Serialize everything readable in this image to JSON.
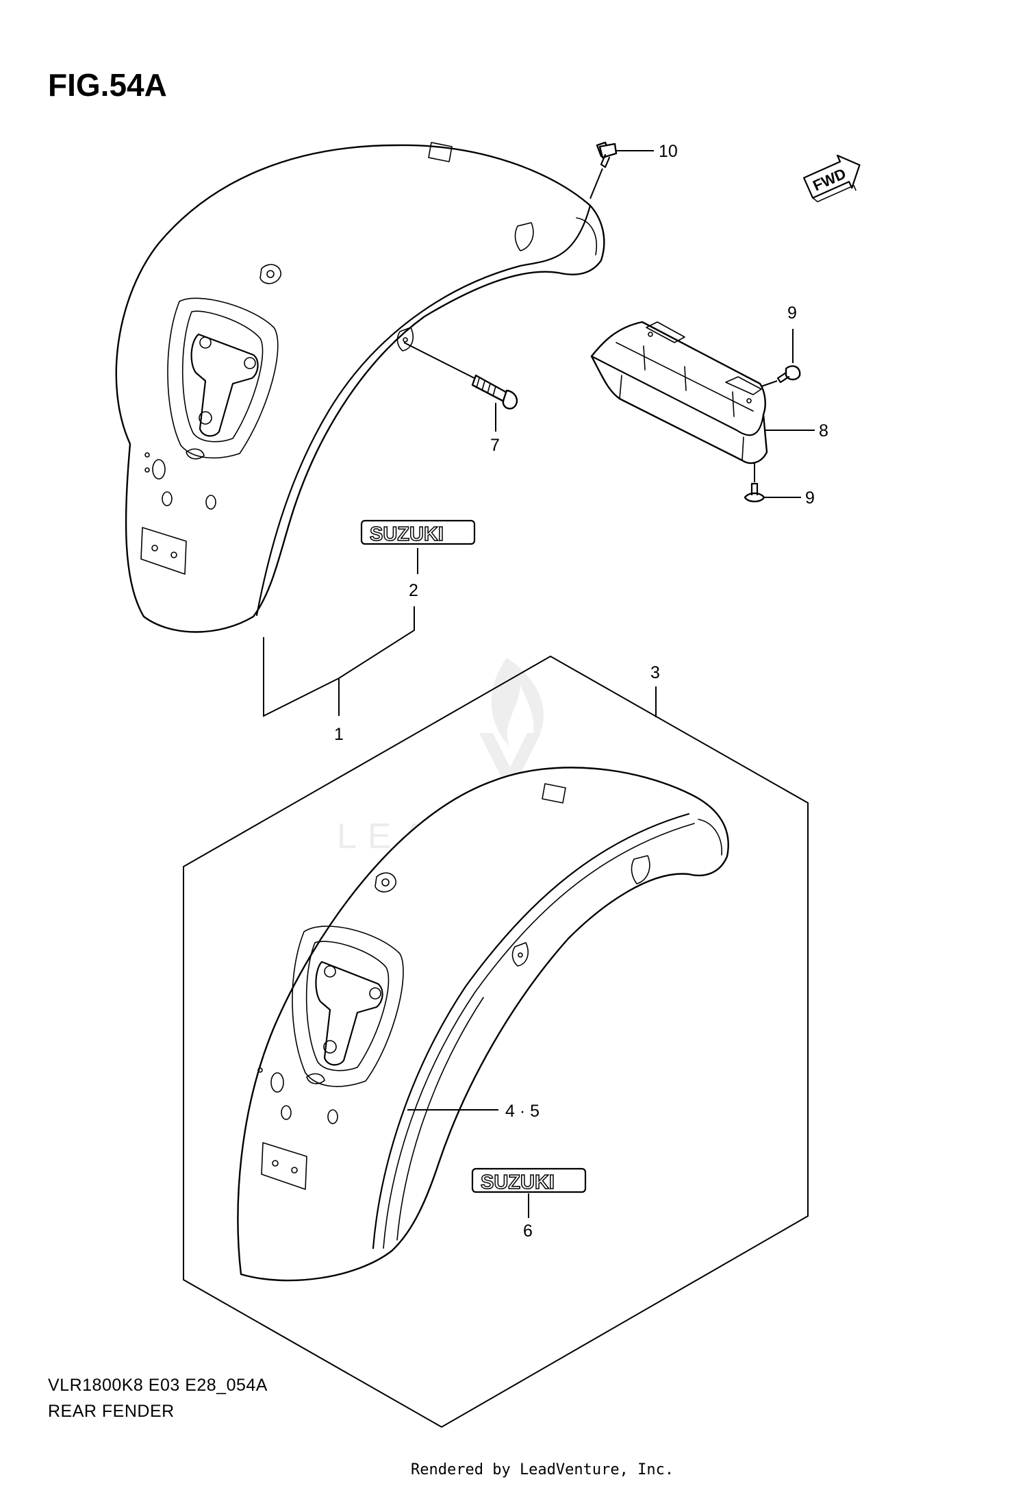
{
  "figure": {
    "number": "FIG.54A",
    "code": "VLR1800K8 E03 E28_054A",
    "name": "REAR FENDER"
  },
  "direction_badge": {
    "label": "FWD"
  },
  "watermark": {
    "text": "LEADVENTURE"
  },
  "rendered_by": "Rendered by LeadVenture, Inc.",
  "callouts": [
    {
      "id": "1",
      "label": "1"
    },
    {
      "id": "2",
      "label": "2"
    },
    {
      "id": "3",
      "label": "3"
    },
    {
      "id": "4-5",
      "label": "4 · 5"
    },
    {
      "id": "6",
      "label": "6"
    },
    {
      "id": "7",
      "label": "7"
    },
    {
      "id": "8",
      "label": "8"
    },
    {
      "id": "9a",
      "label": "9"
    },
    {
      "id": "9b",
      "label": "9"
    },
    {
      "id": "10",
      "label": "10"
    }
  ],
  "emblems": [
    {
      "id": "emblem-2",
      "text": "SUZUKI"
    },
    {
      "id": "emblem-6",
      "text": "SUZUKI"
    }
  ]
}
